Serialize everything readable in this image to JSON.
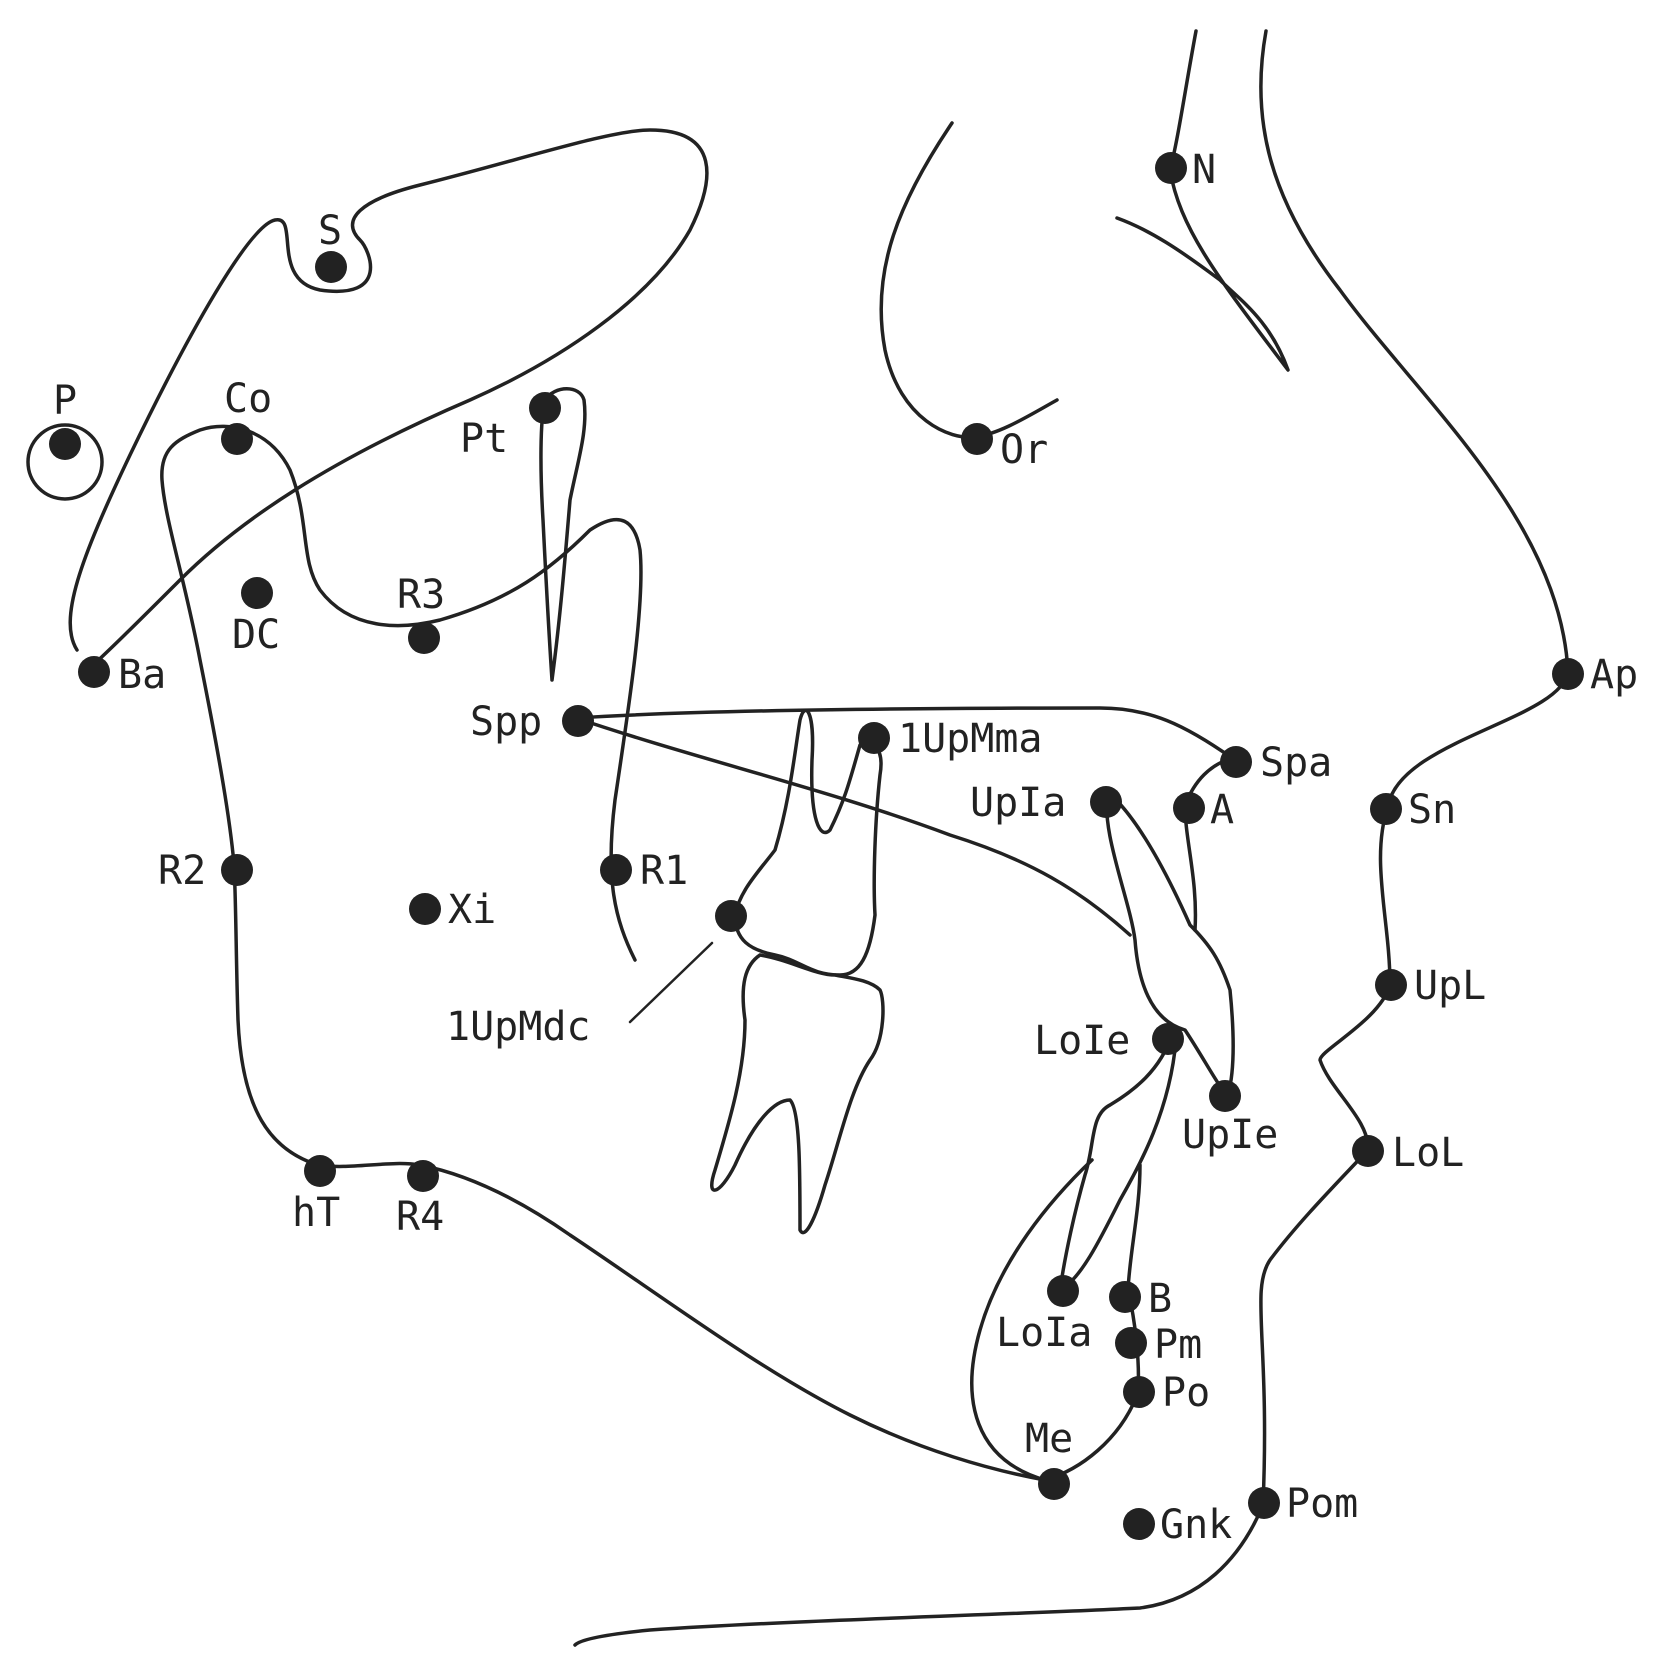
{
  "diagram": {
    "ink_color": "#222222",
    "background": "#ffffff",
    "landmarks": {
      "S": "S",
      "N": "N",
      "P": "P",
      "Co": "Co",
      "Pt": "Pt",
      "Or": "Or",
      "DC": "DC",
      "R3": "R3",
      "Ba": "Ba",
      "Ap": "Ap",
      "Spp": "Spp",
      "UpMma": "1UpMma",
      "Spa": "Spa",
      "UpIa": "UpIa",
      "A": "A",
      "Sn": "Sn",
      "R2": "R2",
      "R1": "R1",
      "Xi": "Xi",
      "UpMdc": "1UpMdc",
      "UpL": "UpL",
      "LoIe": "LoIe",
      "UpIe": "UpIe",
      "LoL": "LoL",
      "hT": "hT",
      "R4": "R4",
      "B": "B",
      "LoIa": "LoIa",
      "Pm": "Pm",
      "Po": "Po",
      "Me": "Me",
      "Gnk": "Gnk",
      "Pom": "Pom"
    }
  }
}
